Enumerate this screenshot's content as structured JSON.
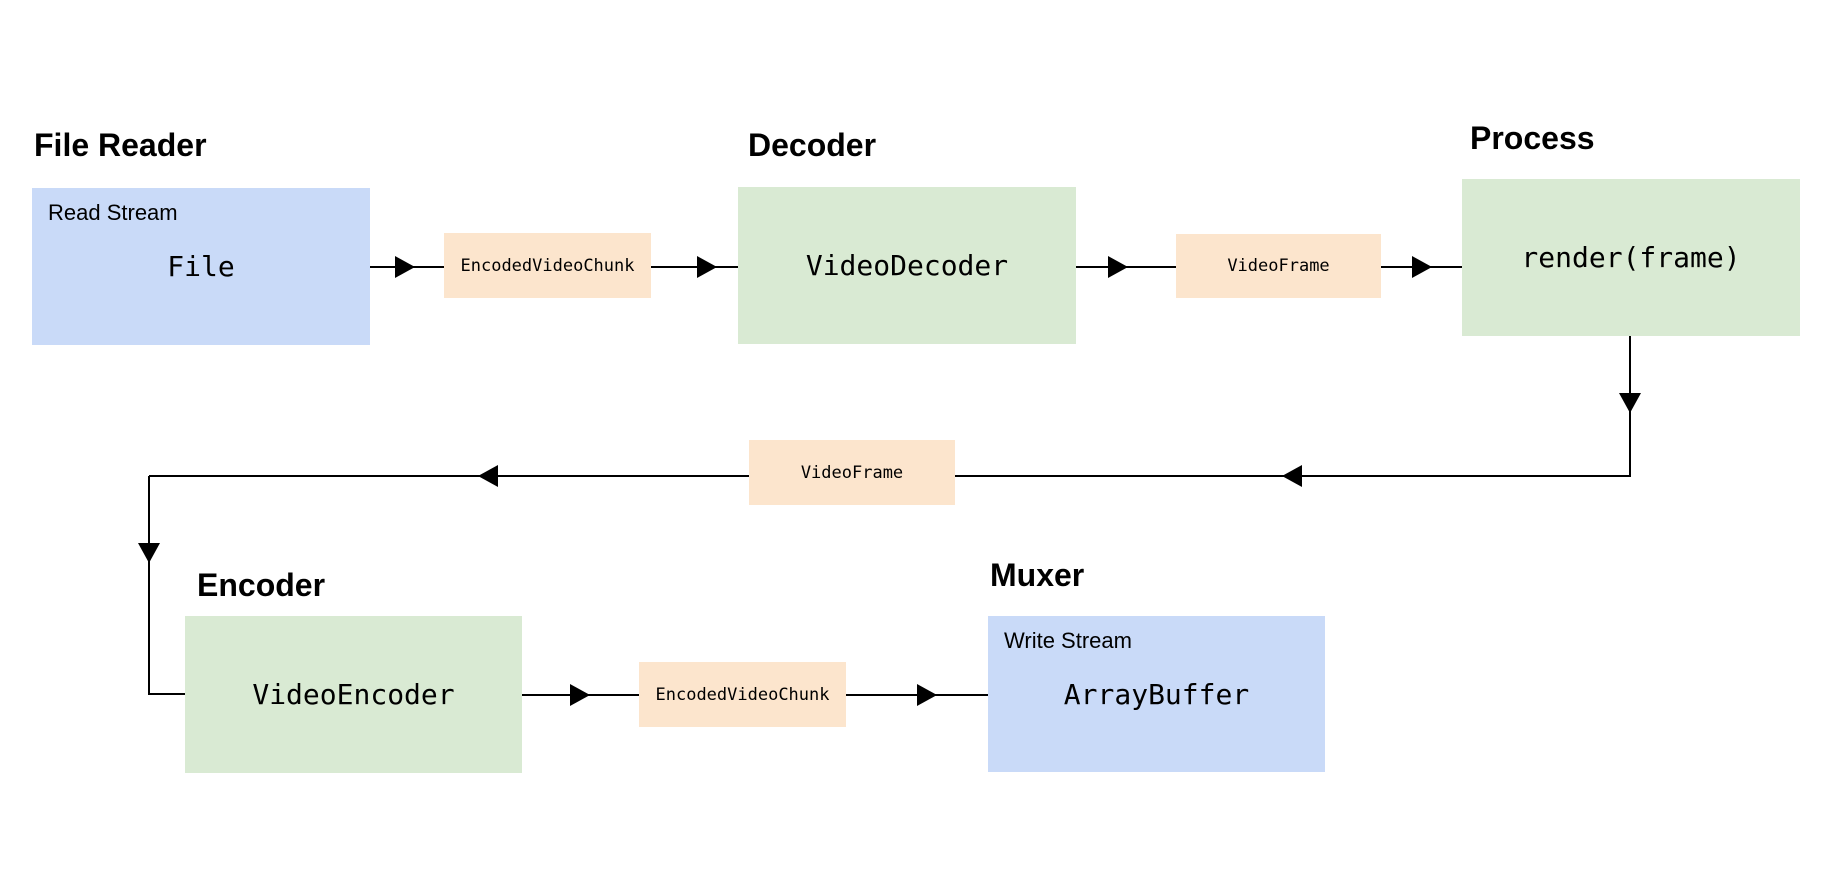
{
  "diagram": {
    "colors": {
      "stream_box_fill": "#c9daf8",
      "process_box_fill": "#d9ead3",
      "data_box_fill": "#fce5cd",
      "connector": "#000000",
      "text": "#000000"
    },
    "stages": {
      "file_reader": {
        "title": "File Reader",
        "corner_label": "Read Stream",
        "label": "File"
      },
      "decoder": {
        "title": "Decoder",
        "label": "VideoDecoder"
      },
      "process": {
        "title": "Process",
        "label": "render(frame)"
      },
      "encoder": {
        "title": "Encoder",
        "label": "VideoEncoder"
      },
      "muxer": {
        "title": "Muxer",
        "corner_label": "Write Stream",
        "label": "ArrayBuffer"
      }
    },
    "data_labels": {
      "top_chunk": "EncodedVideoChunk",
      "top_frame": "VideoFrame",
      "return_frame": "VideoFrame",
      "bottom_chunk": "EncodedVideoChunk"
    }
  }
}
